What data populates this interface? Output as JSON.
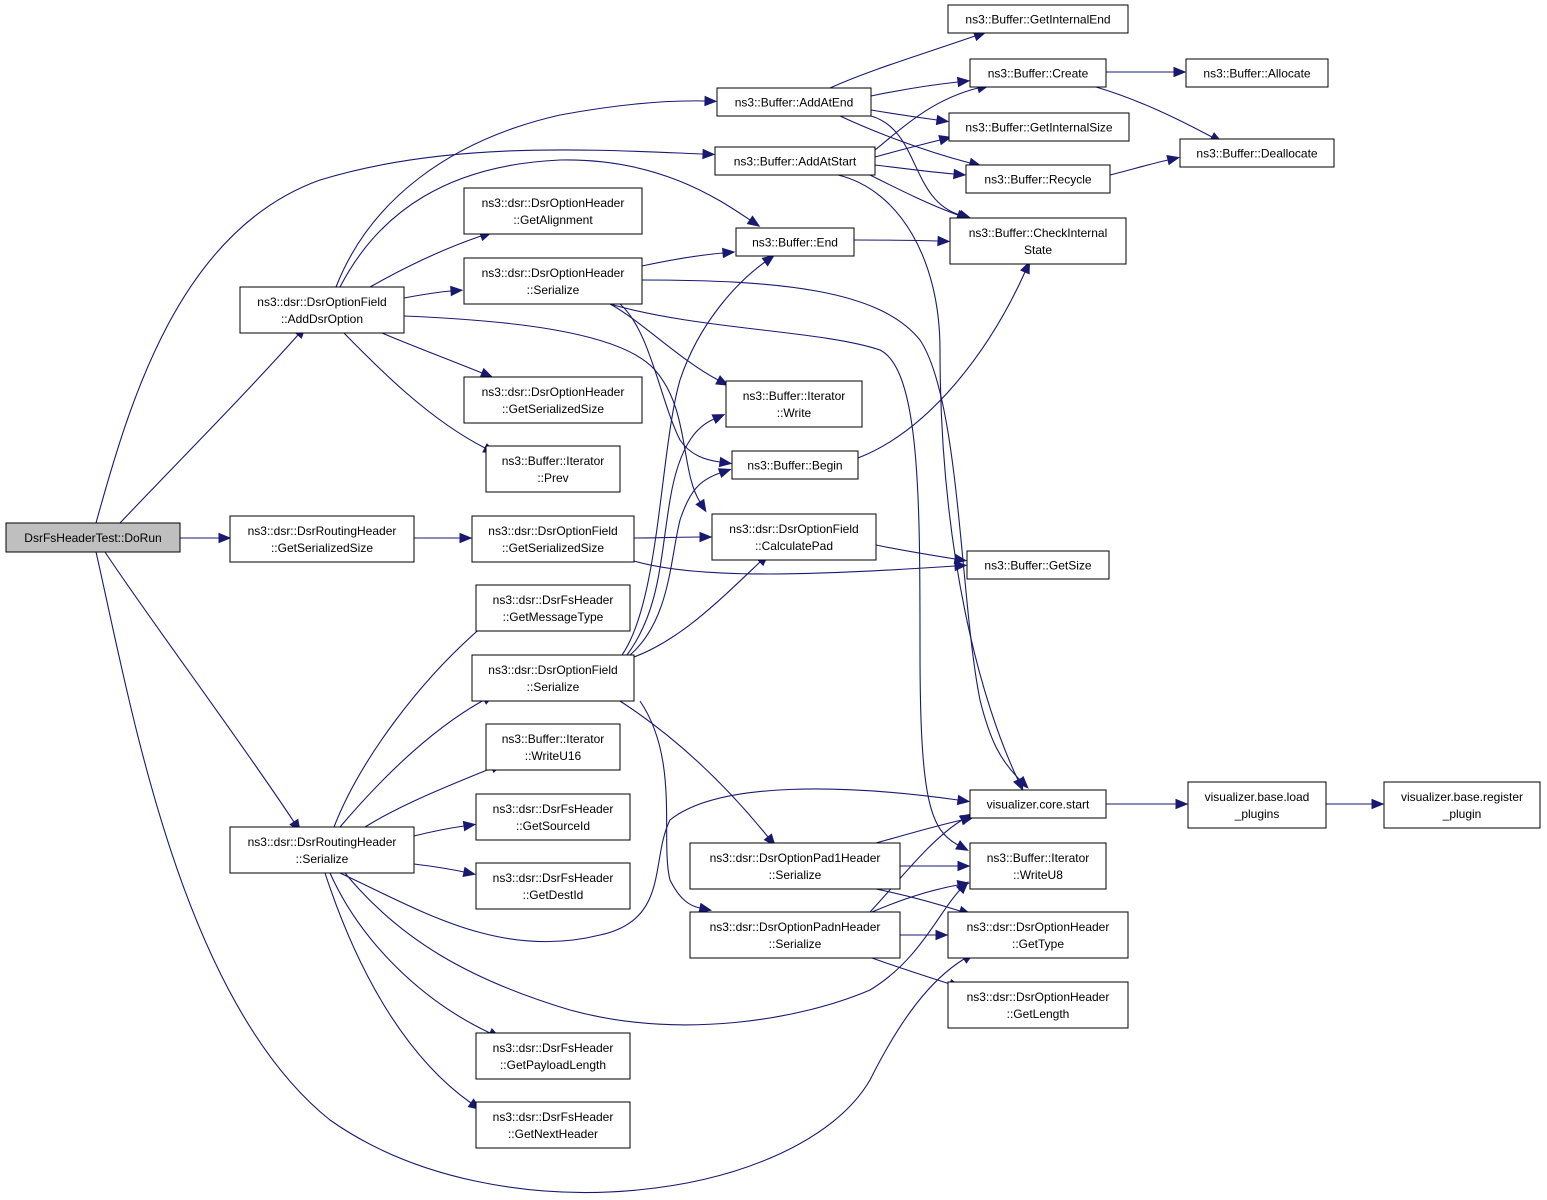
{
  "colors": {
    "edge": "#191970",
    "node_fill": "#ffffff",
    "root_fill": "#bfbfbf",
    "border": "#000000"
  },
  "nodes": [
    {
      "id": "dorun",
      "lines": [
        "DsrFsHeaderTest::DoRun"
      ],
      "root": true
    },
    {
      "id": "adddsroption",
      "lines": [
        "ns3::dsr::DsrOptionField",
        "::AddDsrOption"
      ]
    },
    {
      "id": "rh_getsersize",
      "lines": [
        "ns3::dsr::DsrRoutingHeader",
        "::GetSerializedSize"
      ]
    },
    {
      "id": "rh_serialize",
      "lines": [
        "ns3::dsr::DsrRoutingHeader",
        "::Serialize"
      ]
    },
    {
      "id": "oh_getalignment",
      "lines": [
        "ns3::dsr::DsrOptionHeader",
        "::GetAlignment"
      ]
    },
    {
      "id": "oh_serialize",
      "lines": [
        "ns3::dsr::DsrOptionHeader",
        "::Serialize"
      ]
    },
    {
      "id": "oh_getsersize",
      "lines": [
        "ns3::dsr::DsrOptionHeader",
        "::GetSerializedSize"
      ]
    },
    {
      "id": "it_prev",
      "lines": [
        "ns3::Buffer::Iterator",
        "::Prev"
      ]
    },
    {
      "id": "of_getsersize",
      "lines": [
        "ns3::dsr::DsrOptionField",
        "::GetSerializedSize"
      ]
    },
    {
      "id": "fs_getmsgtype",
      "lines": [
        "ns3::dsr::DsrFsHeader",
        "::GetMessageType"
      ]
    },
    {
      "id": "of_serialize",
      "lines": [
        "ns3::dsr::DsrOptionField",
        "::Serialize"
      ]
    },
    {
      "id": "it_writeu16",
      "lines": [
        "ns3::Buffer::Iterator",
        "::WriteU16"
      ]
    },
    {
      "id": "fs_getsourceid",
      "lines": [
        "ns3::dsr::DsrFsHeader",
        "::GetSourceId"
      ]
    },
    {
      "id": "fs_getdestid",
      "lines": [
        "ns3::dsr::DsrFsHeader",
        "::GetDestId"
      ]
    },
    {
      "id": "fs_getpayload",
      "lines": [
        "ns3::dsr::DsrFsHeader",
        "::GetPayloadLength"
      ]
    },
    {
      "id": "fs_getnexthdr",
      "lines": [
        "ns3::dsr::DsrFsHeader",
        "::GetNextHeader"
      ]
    },
    {
      "id": "b_addatend",
      "lines": [
        "ns3::Buffer::AddAtEnd"
      ]
    },
    {
      "id": "b_addatstart",
      "lines": [
        "ns3::Buffer::AddAtStart"
      ]
    },
    {
      "id": "b_end",
      "lines": [
        "ns3::Buffer::End"
      ]
    },
    {
      "id": "it_write",
      "lines": [
        "ns3::Buffer::Iterator",
        "::Write"
      ]
    },
    {
      "id": "b_begin",
      "lines": [
        "ns3::Buffer::Begin"
      ]
    },
    {
      "id": "of_calcpad",
      "lines": [
        "ns3::dsr::DsrOptionField",
        "::CalculatePad"
      ]
    },
    {
      "id": "pad1_serialize",
      "lines": [
        "ns3::dsr::DsrOptionPad1Header",
        "::Serialize"
      ]
    },
    {
      "id": "padn_serialize",
      "lines": [
        "ns3::dsr::DsrOptionPadnHeader",
        "::Serialize"
      ]
    },
    {
      "id": "b_getinternalend",
      "lines": [
        "ns3::Buffer::GetInternalEnd"
      ]
    },
    {
      "id": "b_create",
      "lines": [
        "ns3::Buffer::Create"
      ]
    },
    {
      "id": "b_getinternalsize",
      "lines": [
        "ns3::Buffer::GetInternalSize"
      ]
    },
    {
      "id": "b_recycle",
      "lines": [
        "ns3::Buffer::Recycle"
      ]
    },
    {
      "id": "b_checkinternal",
      "lines": [
        "ns3::Buffer::CheckInternal",
        "State"
      ]
    },
    {
      "id": "b_getsize",
      "lines": [
        "ns3::Buffer::GetSize"
      ]
    },
    {
      "id": "vis_start",
      "lines": [
        "visualizer.core.start"
      ]
    },
    {
      "id": "it_writeu8",
      "lines": [
        "ns3::Buffer::Iterator",
        "::WriteU8"
      ]
    },
    {
      "id": "oh_gettype",
      "lines": [
        "ns3::dsr::DsrOptionHeader",
        "::GetType"
      ]
    },
    {
      "id": "oh_getlength",
      "lines": [
        "ns3::dsr::DsrOptionHeader",
        "::GetLength"
      ]
    },
    {
      "id": "b_allocate",
      "lines": [
        "ns3::Buffer::Allocate"
      ]
    },
    {
      "id": "b_deallocate",
      "lines": [
        "ns3::Buffer::Deallocate"
      ]
    },
    {
      "id": "vis_loadplugins",
      "lines": [
        "visualizer.base.load",
        "_plugins"
      ]
    },
    {
      "id": "vis_registerplugin",
      "lines": [
        "visualizer.base.register",
        "_plugin"
      ]
    }
  ],
  "edges": [
    [
      "dorun",
      "adddsroption"
    ],
    [
      "dorun",
      "rh_getsersize"
    ],
    [
      "dorun",
      "rh_serialize"
    ],
    [
      "dorun",
      "b_addatstart"
    ],
    [
      "dorun",
      "oh_gettype"
    ],
    [
      "adddsroption",
      "oh_getalignment"
    ],
    [
      "adddsroption",
      "oh_serialize"
    ],
    [
      "adddsroption",
      "oh_getsersize"
    ],
    [
      "adddsroption",
      "it_prev"
    ],
    [
      "adddsroption",
      "b_addatend"
    ],
    [
      "adddsroption",
      "b_end"
    ],
    [
      "adddsroption",
      "of_calcpad"
    ],
    [
      "rh_getsersize",
      "of_getsersize"
    ],
    [
      "of_getsersize",
      "of_calcpad"
    ],
    [
      "of_getsersize",
      "b_getsize"
    ],
    [
      "rh_serialize",
      "fs_getmsgtype"
    ],
    [
      "rh_serialize",
      "of_serialize"
    ],
    [
      "rh_serialize",
      "it_writeu16"
    ],
    [
      "rh_serialize",
      "fs_getsourceid"
    ],
    [
      "rh_serialize",
      "fs_getdestid"
    ],
    [
      "rh_serialize",
      "fs_getpayload"
    ],
    [
      "rh_serialize",
      "fs_getnexthdr"
    ],
    [
      "rh_serialize",
      "vis_start"
    ],
    [
      "rh_serialize",
      "it_writeu8"
    ],
    [
      "oh_serialize",
      "b_end"
    ],
    [
      "oh_serialize",
      "it_write"
    ],
    [
      "oh_serialize",
      "b_begin"
    ],
    [
      "oh_serialize",
      "vis_start"
    ],
    [
      "oh_serialize",
      "it_writeu8"
    ],
    [
      "of_serialize",
      "b_end"
    ],
    [
      "of_serialize",
      "it_write"
    ],
    [
      "of_serialize",
      "b_begin"
    ],
    [
      "of_serialize",
      "of_calcpad"
    ],
    [
      "of_serialize",
      "pad1_serialize"
    ],
    [
      "of_serialize",
      "padn_serialize"
    ],
    [
      "of_calcpad",
      "b_getsize"
    ],
    [
      "b_addatend",
      "b_getinternalend"
    ],
    [
      "b_addatend",
      "b_create"
    ],
    [
      "b_addatend",
      "b_getinternalsize"
    ],
    [
      "b_addatend",
      "b_recycle"
    ],
    [
      "b_addatend",
      "b_checkinternal"
    ],
    [
      "b_addatstart",
      "b_create"
    ],
    [
      "b_addatstart",
      "b_getinternalsize"
    ],
    [
      "b_addatstart",
      "b_recycle"
    ],
    [
      "b_addatstart",
      "b_checkinternal"
    ],
    [
      "b_addatstart",
      "vis_start"
    ],
    [
      "b_end",
      "b_checkinternal"
    ],
    [
      "b_begin",
      "b_checkinternal"
    ],
    [
      "b_create",
      "b_allocate"
    ],
    [
      "b_create",
      "b_deallocate"
    ],
    [
      "b_recycle",
      "b_deallocate"
    ],
    [
      "pad1_serialize",
      "vis_start"
    ],
    [
      "pad1_serialize",
      "it_writeu8"
    ],
    [
      "pad1_serialize",
      "oh_gettype"
    ],
    [
      "padn_serialize",
      "vis_start"
    ],
    [
      "padn_serialize",
      "it_writeu8"
    ],
    [
      "padn_serialize",
      "oh_gettype"
    ],
    [
      "padn_serialize",
      "oh_getlength"
    ],
    [
      "vis_start",
      "vis_loadplugins"
    ],
    [
      "vis_loadplugins",
      "vis_registerplugin"
    ]
  ]
}
